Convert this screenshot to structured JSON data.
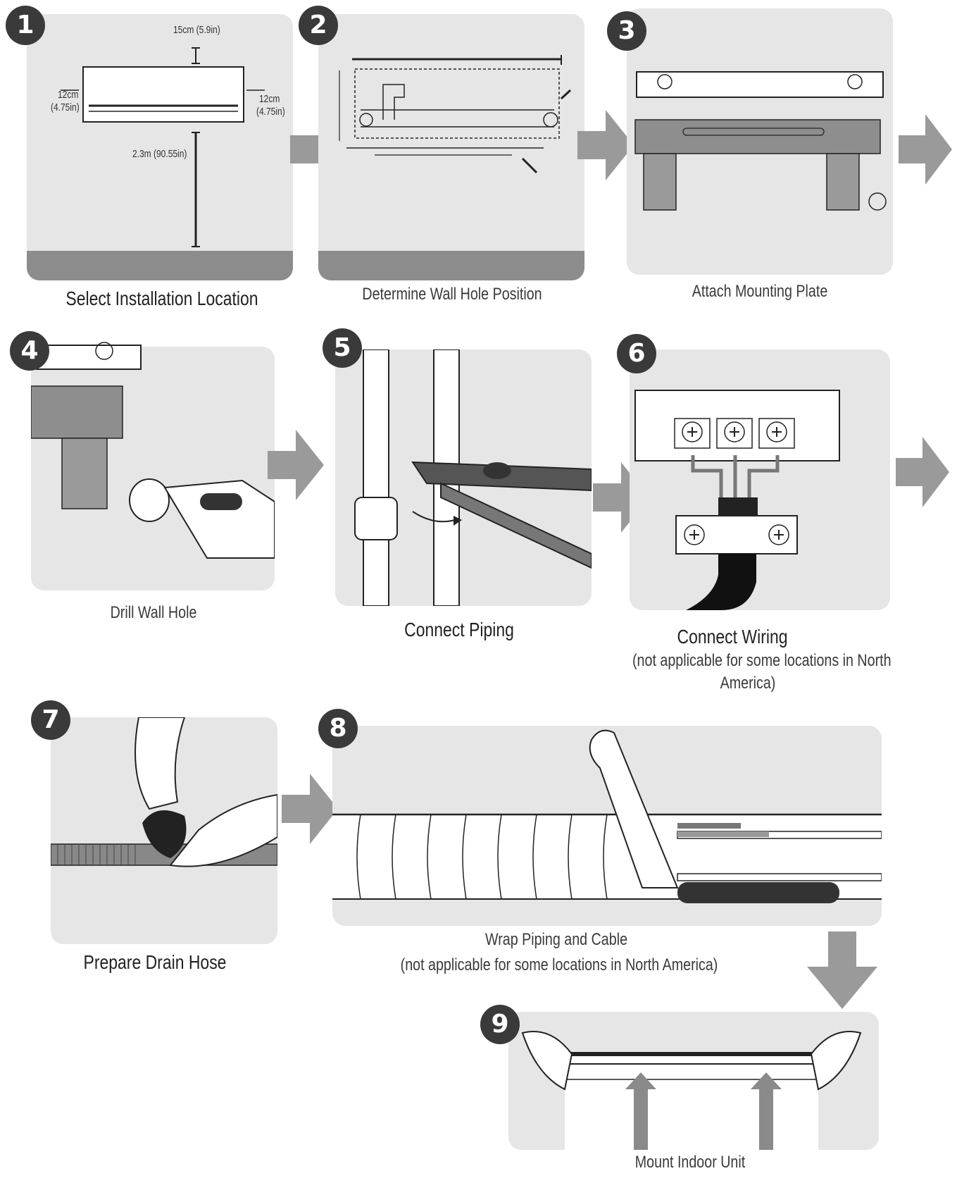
{
  "steps": [
    {
      "number": "1",
      "caption": "Select Installation Location"
    },
    {
      "number": "2",
      "caption": "Determine Wall Hole Position"
    },
    {
      "number": "3",
      "caption": "Attach Mounting Plate"
    },
    {
      "number": "4",
      "caption": "Drill Wall Hole"
    },
    {
      "number": "5",
      "caption": "Connect Piping"
    },
    {
      "number": "6",
      "caption": "Connect Wiring",
      "note_line1": "(not applicable for some locations in North",
      "note_line2": "America)"
    },
    {
      "number": "7",
      "caption": "Prepare Drain Hose"
    },
    {
      "number": "8",
      "caption": "Wrap Piping and Cable",
      "note": "(not applicable for some locations in North America)"
    },
    {
      "number": "9",
      "caption": "Mount Indoor Unit"
    }
  ],
  "dimensions": {
    "top": "15cm (5.9in)",
    "left_cm": "12cm",
    "left_in": "(4.75in)",
    "right_cm": "12cm",
    "right_in": "(4.75in)",
    "floor": "2.3m (90.55in)"
  },
  "colors": {
    "panel": "#e6e6e6",
    "floor": "#8c8c8c",
    "arrow": "#9a9a9a",
    "badge": "#3a3a3a"
  }
}
